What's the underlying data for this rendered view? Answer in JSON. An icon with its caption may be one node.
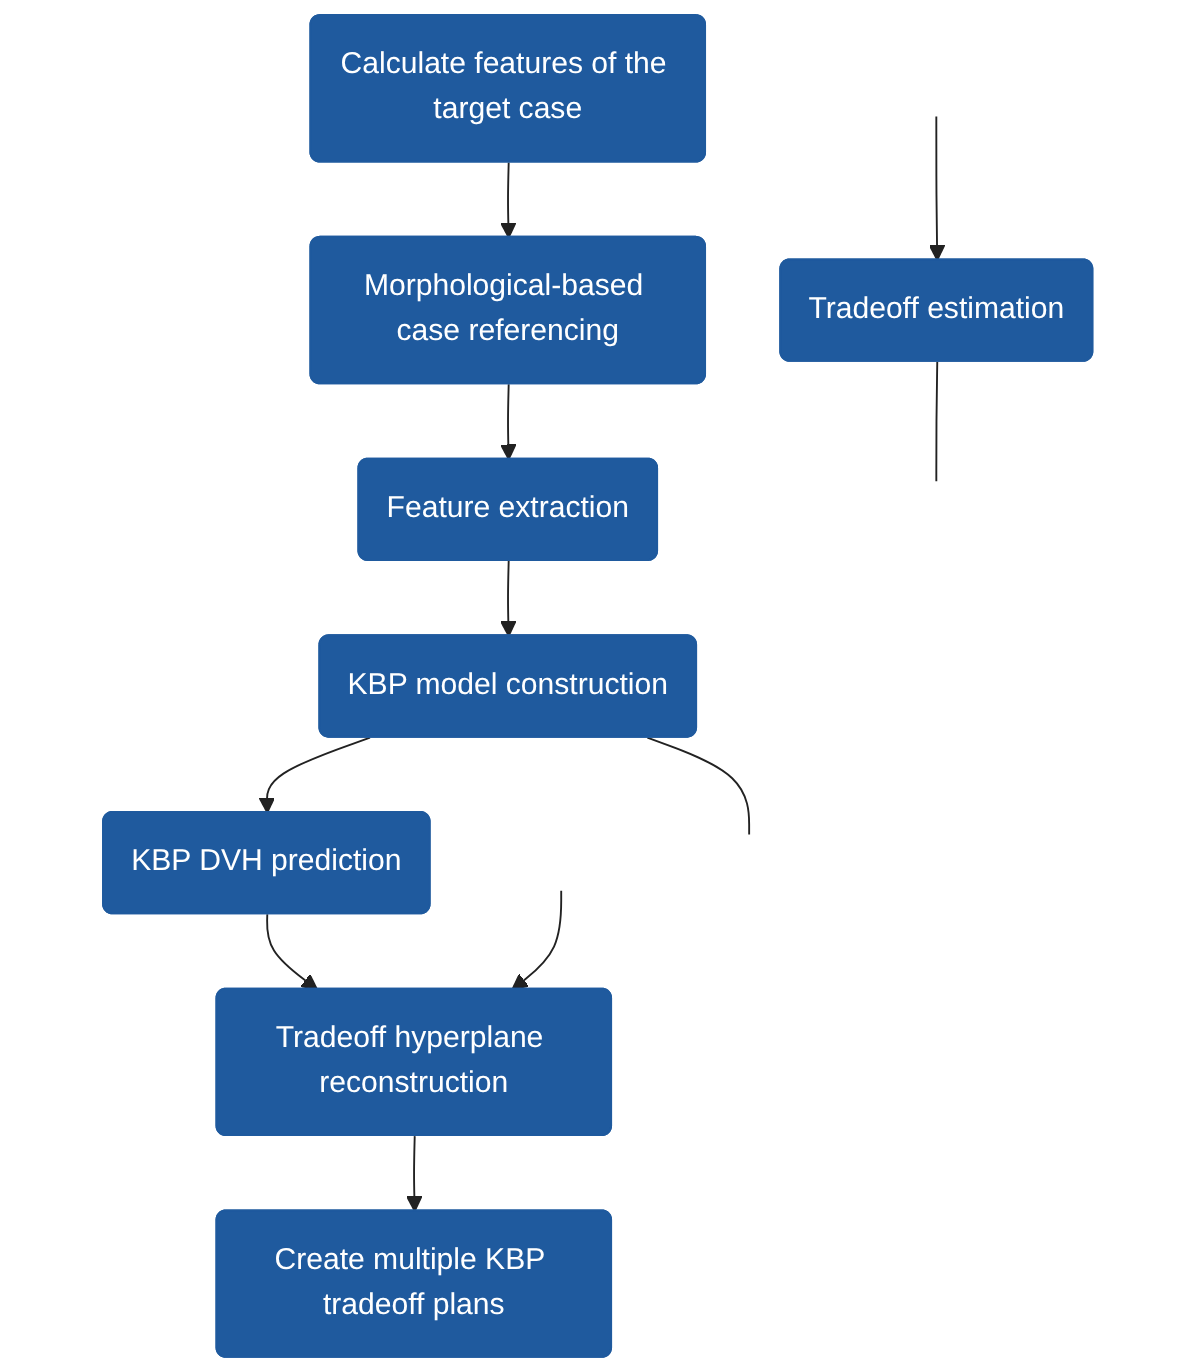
{
  "diagram": {
    "nodes": [
      {
        "text": [
          "Calculate features of the target case"
        ]
      },
      {
        "text": [
          "Morphological-based case referencing"
        ]
      },
      {
        "text": [
          "Feature extraction"
        ]
      },
      {
        "text": [
          "KBP model construction"
        ]
      },
      {
        "text": [
          "Create multiple KBP tradeoff plans"
        ]
      },
      {
        "text": [
          "Tradeoff hyperplane reconstruction"
        ]
      },
      {
        "text": [
          "KBP DVH prediction"
        ]
      },
      {
        "text": [
          "Tradeoff estimation"
        ]
      }
    ],
    "edges": [
      {
        "from": 0,
        "to": 1,
        "arrow": "to"
      },
      {
        "from": 1,
        "to": 2,
        "arrow": "to"
      },
      {
        "from": 2,
        "to": 3,
        "arrow": "to"
      },
      {
        "from": 3,
        "to": 6,
        "arrow": "to"
      },
      {
        "from": 6,
        "to": 5,
        "arrow": "to"
      },
      {
        "from": 5,
        "to": 4,
        "arrow": "to"
      },
      {
        "from": null,
        "to": 5,
        "arrow": "to"
      },
      {
        "from": 7,
        "to": null,
        "arrow": "none"
      },
      {
        "from": 3,
        "to": null,
        "arrow": "none"
      },
      {
        "from": null,
        "to": 7,
        "arrow": "to"
      }
    ]
  }
}
